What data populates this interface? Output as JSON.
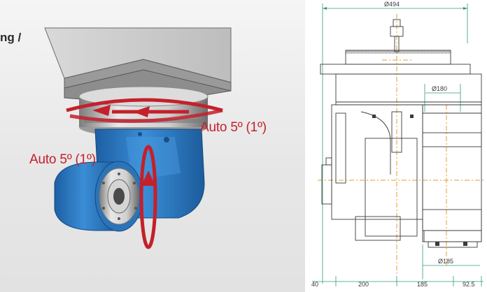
{
  "photo": {
    "caption_title": "ng /",
    "rotation_label_top": "Auto 5º (1º)",
    "rotation_label_side": "Auto 5º (1º)",
    "colors": {
      "head_body": "#2f7fc6",
      "arrow": "#c4202b"
    }
  },
  "drawing": {
    "dimensions": {
      "top_diameter": "Ø494",
      "mid_diameter": "Ø180",
      "bottom_diameter": "Ø185",
      "bottom_1": "40",
      "bottom_2": "200",
      "bottom_3": "185",
      "bottom_4": "92.5"
    },
    "colors": {
      "dimension_line": "#2e9c7c",
      "centerline": "#e89a2c"
    }
  }
}
